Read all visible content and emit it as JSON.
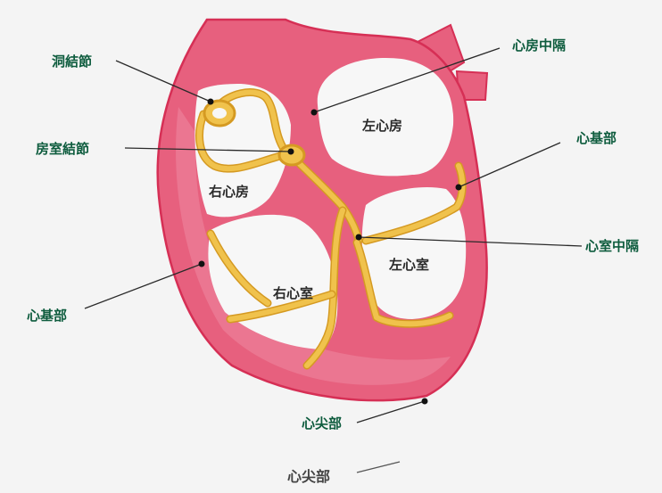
{
  "colors": {
    "background": "#f4f4f4",
    "heart_wall": "#e7607e",
    "heart_wall_light": "#ef93a8",
    "heart_outline": "#d62f55",
    "chamber": "#f7f7f7",
    "conduction": "#f0c24c",
    "conduction_edge": "#d59a22",
    "callout_text": "#0e5c3e",
    "chamber_text": "#2b2b2b"
  },
  "callouts": {
    "sinoatrial_node": "洞結節",
    "av_node": "房室結節",
    "atrial_septum": "心房中隔",
    "base_right": "心基部",
    "ventricular_septum": "心室中隔",
    "base_left": "心基部",
    "apex": "心尖部"
  },
  "chambers": {
    "right_atrium": "右心房",
    "left_atrium": "左心房",
    "right_ventricle": "右心室",
    "left_ventricle": "左心室"
  },
  "footer": {
    "caption": "心尖部"
  }
}
